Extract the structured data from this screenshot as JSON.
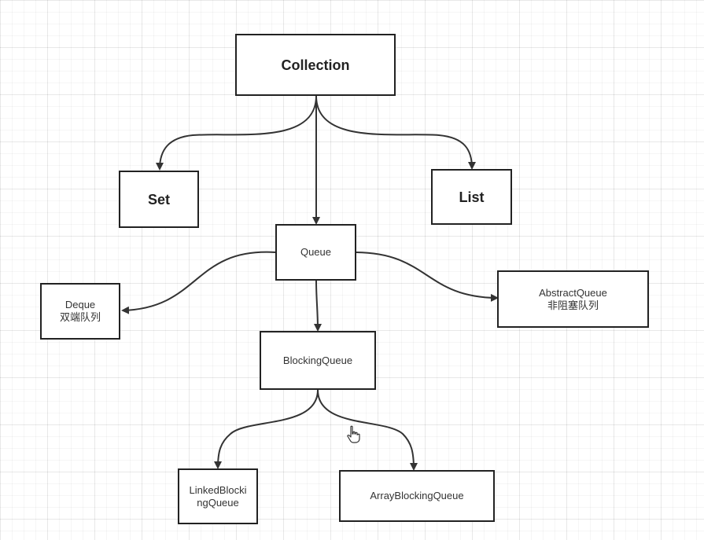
{
  "nodes": {
    "collection": {
      "label": "Collection"
    },
    "set": {
      "label": "Set"
    },
    "list": {
      "label": "List"
    },
    "queue": {
      "label": "Queue"
    },
    "deque": {
      "line1": "Deque",
      "line2": "双端队列"
    },
    "abstract_queue": {
      "line1": "AbstractQueue",
      "line2": "非阻塞队列"
    },
    "blocking_queue": {
      "label": "BlockingQueue"
    },
    "linked_blocking_queue": {
      "line1": "LinkedBlocki",
      "line2": "ngQueue"
    },
    "array_blocking_queue": {
      "label": "ArrayBlockingQueue"
    }
  },
  "edges": [
    {
      "from": "Collection",
      "to": "Set"
    },
    {
      "from": "Collection",
      "to": "Queue"
    },
    {
      "from": "Collection",
      "to": "List"
    },
    {
      "from": "Queue",
      "to": "Deque"
    },
    {
      "from": "Queue",
      "to": "AbstractQueue"
    },
    {
      "from": "Queue",
      "to": "BlockingQueue"
    },
    {
      "from": "BlockingQueue",
      "to": "LinkedBlockingQueue"
    },
    {
      "from": "BlockingQueue",
      "to": "ArrayBlockingQueue"
    }
  ],
  "colors": {
    "stroke": "#333333",
    "box_border": "#222222",
    "background": "#ffffff",
    "grid": "#e8e8e8"
  },
  "cursor": {
    "icon": "hand-pointer-icon"
  }
}
